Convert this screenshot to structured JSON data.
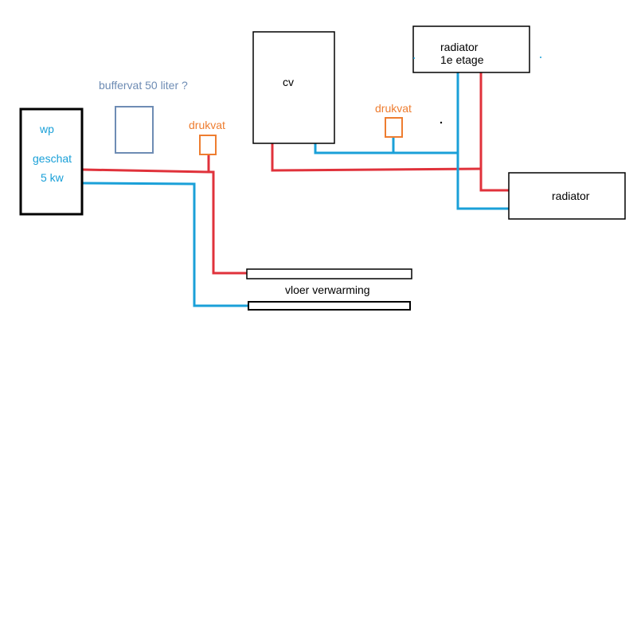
{
  "colors": {
    "hot_pipe": "#e0323b",
    "cold_pipe": "#1aa0d8",
    "drukvat": "#ee7d30",
    "buffervat": "#6e8cb4",
    "outline": "#000000",
    "wp_text": "#1aa0d8"
  },
  "labels": {
    "wp": "wp",
    "wp_estimate": "geschat",
    "wp_power": "5 kw",
    "buffervat": "buffervat 50 liter ?",
    "drukvat_left": "drukvat",
    "drukvat_right": "drukvat",
    "cv": "cv",
    "radiator_top_line1": "radiator",
    "radiator_top_line2": "1e etage",
    "radiator_right": "radiator",
    "vloer": "vloer verwarming"
  }
}
